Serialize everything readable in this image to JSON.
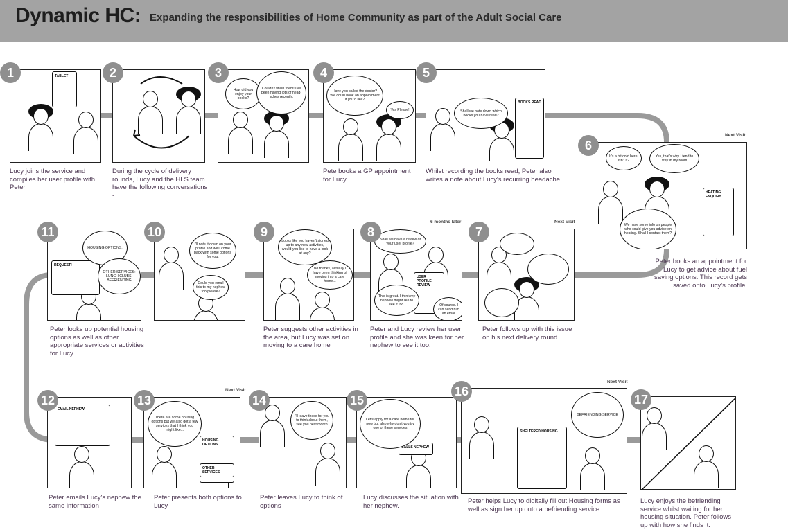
{
  "header": {
    "title": "Dynamic HC:",
    "subtitle": "Expanding the responsibilities of Home Community as part of the Adult Social Care"
  },
  "colors": {
    "header_bg": "#a3a3a3",
    "track": "#9a9a9a",
    "number_badge": "#8f8f8f",
    "caption": "#4a3550"
  },
  "panels": [
    {
      "number": "1",
      "caption": "Lucy joins the service and compiles her user profile with Peter.",
      "bubbles": [],
      "labels": [
        "TABLET"
      ]
    },
    {
      "number": "2",
      "caption": "During the cycle of delivery rounds, Lucy and the HLS team have the following conversations -",
      "bubbles": [],
      "labels": []
    },
    {
      "number": "3",
      "caption": "",
      "bubbles": [
        "How did you enjoy your books?",
        "Couldn't finish them! I've been having lots of head-aches recently."
      ],
      "labels": []
    },
    {
      "number": "4",
      "caption": "Pete books a GP appointment for Lucy",
      "bubbles": [
        "Have you called the doctor? We could book an appointment if you'd like?",
        "Yes Please!"
      ],
      "labels": []
    },
    {
      "number": "5",
      "caption": "Whilst recording the books read, Peter also writes a note about Lucy's recurring headache",
      "bubbles": [
        "Shall we note down which books you have read?"
      ],
      "labels": [
        "BOOKS READ"
      ]
    },
    {
      "number": "6",
      "tag": "Next Visit",
      "caption": "Peter books an appointment for Lucy to get advice about fuel saving options. This record gets saved onto Lucy's profile.",
      "bubbles": [
        "It's a bit cold here, isn't it?",
        "Yes, that's why I tend to stay in my room",
        "We have some info on people who could give you advice on heating. Shall I contact them?"
      ],
      "labels": [
        "HEATING ENQUIRY"
      ]
    },
    {
      "number": "7",
      "tag": "Next Visit",
      "caption": "Peter follows up with this issue on his next delivery round.",
      "bubbles": [
        "",
        "",
        ""
      ],
      "labels": []
    },
    {
      "number": "8",
      "tag": "6 months later",
      "caption": "Peter and Lucy review her user profile and she was keen for her nephew to see it too.",
      "bubbles": [
        "Shall we have a review of your user profile?",
        "This is great. I think my nephew might like to see it too.",
        "Of course. I can send him an email"
      ],
      "labels": [
        "USER PROFILE REVIEW"
      ]
    },
    {
      "number": "9",
      "caption": "Peter suggests other activities in the area, but Lucy was set on moving to a care home",
      "bubbles": [
        "Looks like you haven't signed up to any new activities, would you like to have a look at any?",
        "No thanks, actually I have been thinking of moving into a care home..."
      ],
      "labels": []
    },
    {
      "number": "10",
      "caption": "",
      "bubbles": [
        "I'll note it down on your profile and we'll come back with some options for you.",
        "Could you email this to my nephew too please?"
      ],
      "labels": []
    },
    {
      "number": "11",
      "caption": "Peter looks up potential housing options as well as other appropriate services or activities for Lucy",
      "bubbles": [
        "HOUSING OPTIONS:",
        "OTHER SERVICES: LUNCH CLUBS, BEFRIENDING"
      ],
      "labels": [
        "REQUEST!"
      ]
    },
    {
      "number": "12",
      "caption": "Peter emails Lucy's nephew the same information",
      "bubbles": [],
      "labels": [
        "EMAIL NEPHEW"
      ]
    },
    {
      "number": "13",
      "tag": "Next Visit",
      "caption": "Peter presents both options to Lucy",
      "bubbles": [
        "There are some housing options but we also got a few services that I think you might like..."
      ],
      "labels": [
        "HOUSING OPTIONS",
        "OTHER SERVICES"
      ]
    },
    {
      "number": "14",
      "caption": "Peter leaves Lucy to think of options",
      "bubbles": [
        "I'll leave these for you to think about them, see you next month"
      ],
      "labels": []
    },
    {
      "number": "15",
      "caption": "Lucy discusses the situation with her nephew.",
      "bubbles": [
        "Let's apply for a care home for now but also why don't you try one of these services"
      ],
      "labels": [
        "CALLS NEPHEW"
      ]
    },
    {
      "number": "16",
      "tag": "Next Visit",
      "caption": "Peter helps Lucy to digitally fill out Housing forms as well as sign her up onto a befriending service",
      "bubbles": [
        "BEFRIENDING SERVICE"
      ],
      "labels": [
        "SHELTERED HOUSING"
      ]
    },
    {
      "number": "17",
      "caption": "Lucy enjoys the befriending service whilst waiting for her housing situation. Peter follows up with how she finds it.",
      "bubbles": [],
      "labels": []
    }
  ]
}
